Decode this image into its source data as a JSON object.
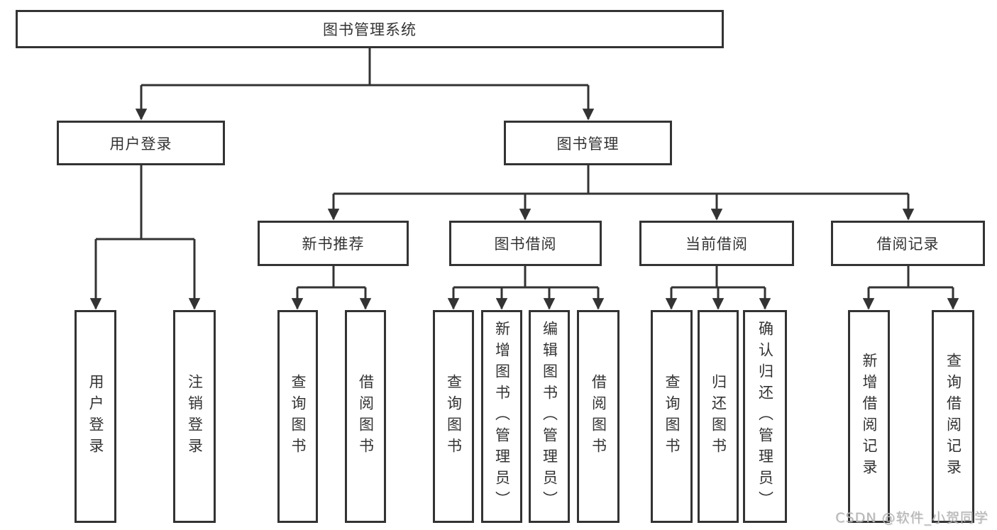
{
  "colors": {
    "line": "#333333",
    "box_border": "#333333",
    "text": "#333333",
    "background": "#ffffff",
    "watermark": "#b5b5b5"
  },
  "watermark": {
    "text": "CSDN @软件_小贺同学"
  },
  "nodes": {
    "root": "图书管理系统",
    "user_login": "用户登录",
    "book_management": "图书管理",
    "new_book_recommend": "新书推荐",
    "book_borrow": "图书借阅",
    "current_borrow": "当前借阅",
    "borrow_record": "借阅记录",
    "login_user_login": "用户登录",
    "login_logout": "注销登录",
    "recommend_query_book": "查询图书",
    "recommend_borrow_book": "借阅图书",
    "borrow_query_book": "查询图书",
    "borrow_add_book": "新增图书（管理员）",
    "borrow_edit_book": "编辑图书（管理员）",
    "borrow_borrow_book": "借阅图书",
    "current_query_book": "查询图书",
    "current_return_book": "归还图书",
    "current_confirm_return": "确认归还（管理员）",
    "record_add_record": "新增借阅记录",
    "record_query_record": "查询借阅记录"
  }
}
